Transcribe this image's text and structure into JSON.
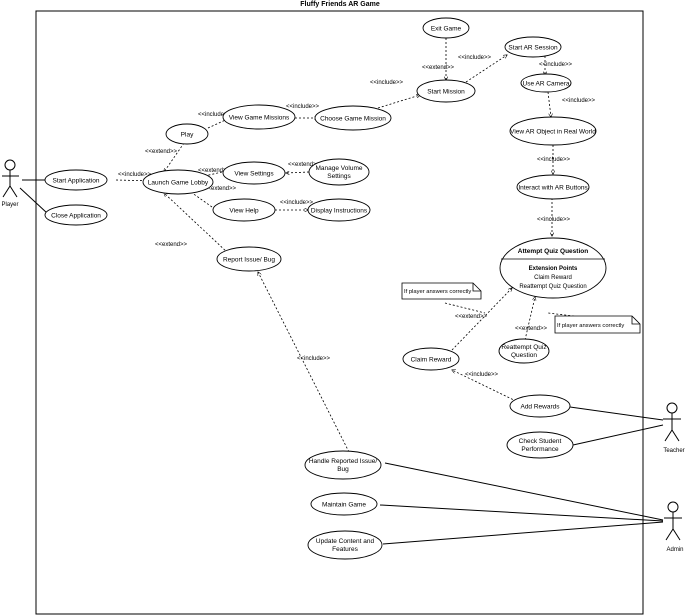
{
  "diagram": {
    "title": "Fluffy Friends AR Game",
    "actors": {
      "player": "Player",
      "teacher": "Teacher",
      "admin": "Admin"
    },
    "use_cases": {
      "start_application": "Start Application",
      "close_application": "Close Application",
      "launch_game_lobby": "Launch Game Lobby",
      "play": "Play",
      "view_game_missions": "View Game Missions",
      "choose_game_mission": "Choose Game Mission",
      "start_mission": "Start Mission",
      "exit_game": "Exit Game",
      "start_ar_session": "Start AR Session",
      "use_ar_camera": "Use AR Camera",
      "view_ar_object": "View AR Object in Real World",
      "interact_ar_buttons": "Interact with AR Buttons",
      "view_settings": "View Settings",
      "manage_volume_line1": "Manage Volume",
      "manage_volume_line2": "Settings",
      "view_help": "View Help",
      "display_instructions": "Display Instructions",
      "report_issue_bug": "Report Issue/ Bug",
      "claim_reward": "Claim Reward",
      "reattempt_quiz_line1": "Reattempt Quiz",
      "reattempt_quiz_line2": "Question",
      "add_rewards": "Add Rewards",
      "check_student_line1": "Check Student",
      "check_student_line2": "Performance",
      "handle_reported_line1": "Handle Reported Issue/",
      "handle_reported_line2": "Bug",
      "maintain_game": "Maintain Game",
      "update_content_line1": "Update Content and",
      "update_content_line2": "Features"
    },
    "attempt_quiz": {
      "title": "Attempt Quiz Question",
      "ext_heading": "Extension Points",
      "ext_point_1": "Claim Reward",
      "ext_point_2": "Reattempt Quiz Question"
    },
    "notes": {
      "note_left": "If player answers correctly",
      "note_right": "If player answers correctly"
    },
    "labels": {
      "include": "<<include>>",
      "extend": "<<extend>>"
    }
  }
}
